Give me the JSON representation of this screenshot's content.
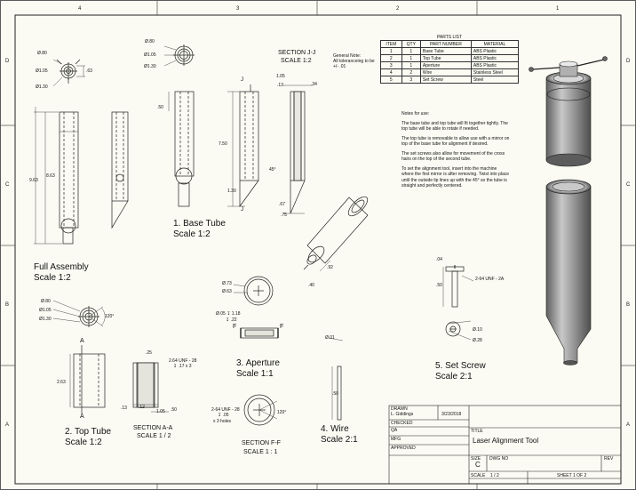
{
  "zones": {
    "top": [
      "4",
      "3",
      "2",
      "1"
    ],
    "left": [
      "D",
      "C",
      "B",
      "A"
    ],
    "right": [
      "D",
      "C",
      "B",
      "A"
    ]
  },
  "parts_list": {
    "caption": "PARTS LIST",
    "headers": [
      "ITEM",
      "QTY",
      "PART NUMBER",
      "MATERIAL"
    ],
    "rows": [
      [
        "1",
        "1",
        "Base Tube",
        "ABS Plastic"
      ],
      [
        "2",
        "1",
        "Top Tube",
        "ABS Plastic"
      ],
      [
        "3",
        "1",
        "Aperture",
        "ABS Plastic"
      ],
      [
        "4",
        "2",
        "Wire",
        "Stainless Steel"
      ],
      [
        "5",
        "3",
        "Set Screw",
        "Steel"
      ]
    ]
  },
  "general_note": [
    "General Note:",
    "All toleranceing to be",
    "+/- .01"
  ],
  "notes": {
    "heading": "Notes for use:",
    "paragraphs": [
      "The base tube and top tube will fit together tightly. The top tube will be able to rotate if needed.",
      "The top tube is removable to allow use with a mirror on top of the base tube for alignment if desired.",
      "The set screws also allow for movement of the cross hairs on the top of the second tube.",
      "To set the alignment tool, insert into the machine where the first mirror is after removing. Twist into place until the outside lip lines up with the 45° so the tube is straight and perfectly centered."
    ]
  },
  "views": {
    "full_assembly": [
      "Full Assembly",
      "Scale 1:2"
    ],
    "base_tube": [
      "1. Base Tube",
      "Scale 1:2"
    ],
    "section_jj": [
      "SECTION J-J",
      "SCALE 1:2"
    ],
    "top_tube": [
      "2. Top Tube",
      "Scale 1:2"
    ],
    "section_aa": [
      "SECTION A-A",
      "SCALE 1 / 2"
    ],
    "aperture": [
      "3. Aperture",
      "Scale 1:1"
    ],
    "section_ff": [
      "SECTION F-F",
      "SCALE 1 : 1"
    ],
    "wire": [
      "4. Wire",
      "Scale 2:1"
    ],
    "set_screw": [
      "5. Set Screw",
      "Scale 2:1"
    ]
  },
  "dimensions": {
    "d080a": "Ø.80",
    "d105a": "Ø1.05",
    "d130a": "Ø1.30",
    "v63": ".63",
    "d080b": "Ø.80",
    "d105b": "Ø1.05",
    "d130b": "Ø1.30",
    "v50a": ".50",
    "v750": "7.50",
    "v130": "1.30",
    "v963": "9.63",
    "v863": "8.63",
    "v105": "1.05",
    "v13a": ".13",
    "v34": ".34",
    "v45": "45°",
    "v67": ".67",
    "v75": ".75",
    "v92": ".92",
    "v40": ".40",
    "d080c": "Ø.80",
    "d105c": "Ø1.05",
    "d130c": "Ø1.30",
    "v120a": "120°",
    "v263": "2.63",
    "v25a": ".25",
    "v264a": "2.64 UNF - 28",
    "v264b": "↧ .17 x 3",
    "v13b": ".13",
    "v105b": "1.05",
    "v50b": ".50",
    "v12": ".12",
    "d073": "Ø.73",
    "d063": "Ø.63",
    "d005": "Ø.05 ↧ 1.18",
    "v22": "↧ .22",
    "d001": "Ø.01",
    "v50c": ".50",
    "v264c": "2-64 UNF - 28",
    "v264d": "↧ .05",
    "v264e": "x 3 holes",
    "v120b": "120°",
    "v04": ".04",
    "v50d": ".50",
    "v264f": "2-64 UNF - 2A",
    "d010": "Ø.10",
    "d028": "Ø.28"
  },
  "section_letters": {
    "j1": "J",
    "j2": "J",
    "a1": "A",
    "a2": "A",
    "f1": "F",
    "f2": "F"
  },
  "title_block": {
    "drawn_label": "DRAWN",
    "drawn_by": "L. Giddings",
    "drawn_date": "3/23/2018",
    "checked_label": "CHECKED",
    "qa_label": "QA",
    "mfg_label": "MFG",
    "approved_label": "APPROVED",
    "title_label": "TITLE",
    "title": "Laser Alignment Tool",
    "size_label": "SIZE",
    "size": "C",
    "dwg_label": "DWG NO",
    "rev_label": "REV",
    "scale_label": "SCALE",
    "scale": "1 / 2",
    "sheet": "SHEET 1  OF  2"
  },
  "colors": {
    "paper": "#fbfbf3",
    "line": "#222222",
    "shade": "#8a8a8a"
  }
}
